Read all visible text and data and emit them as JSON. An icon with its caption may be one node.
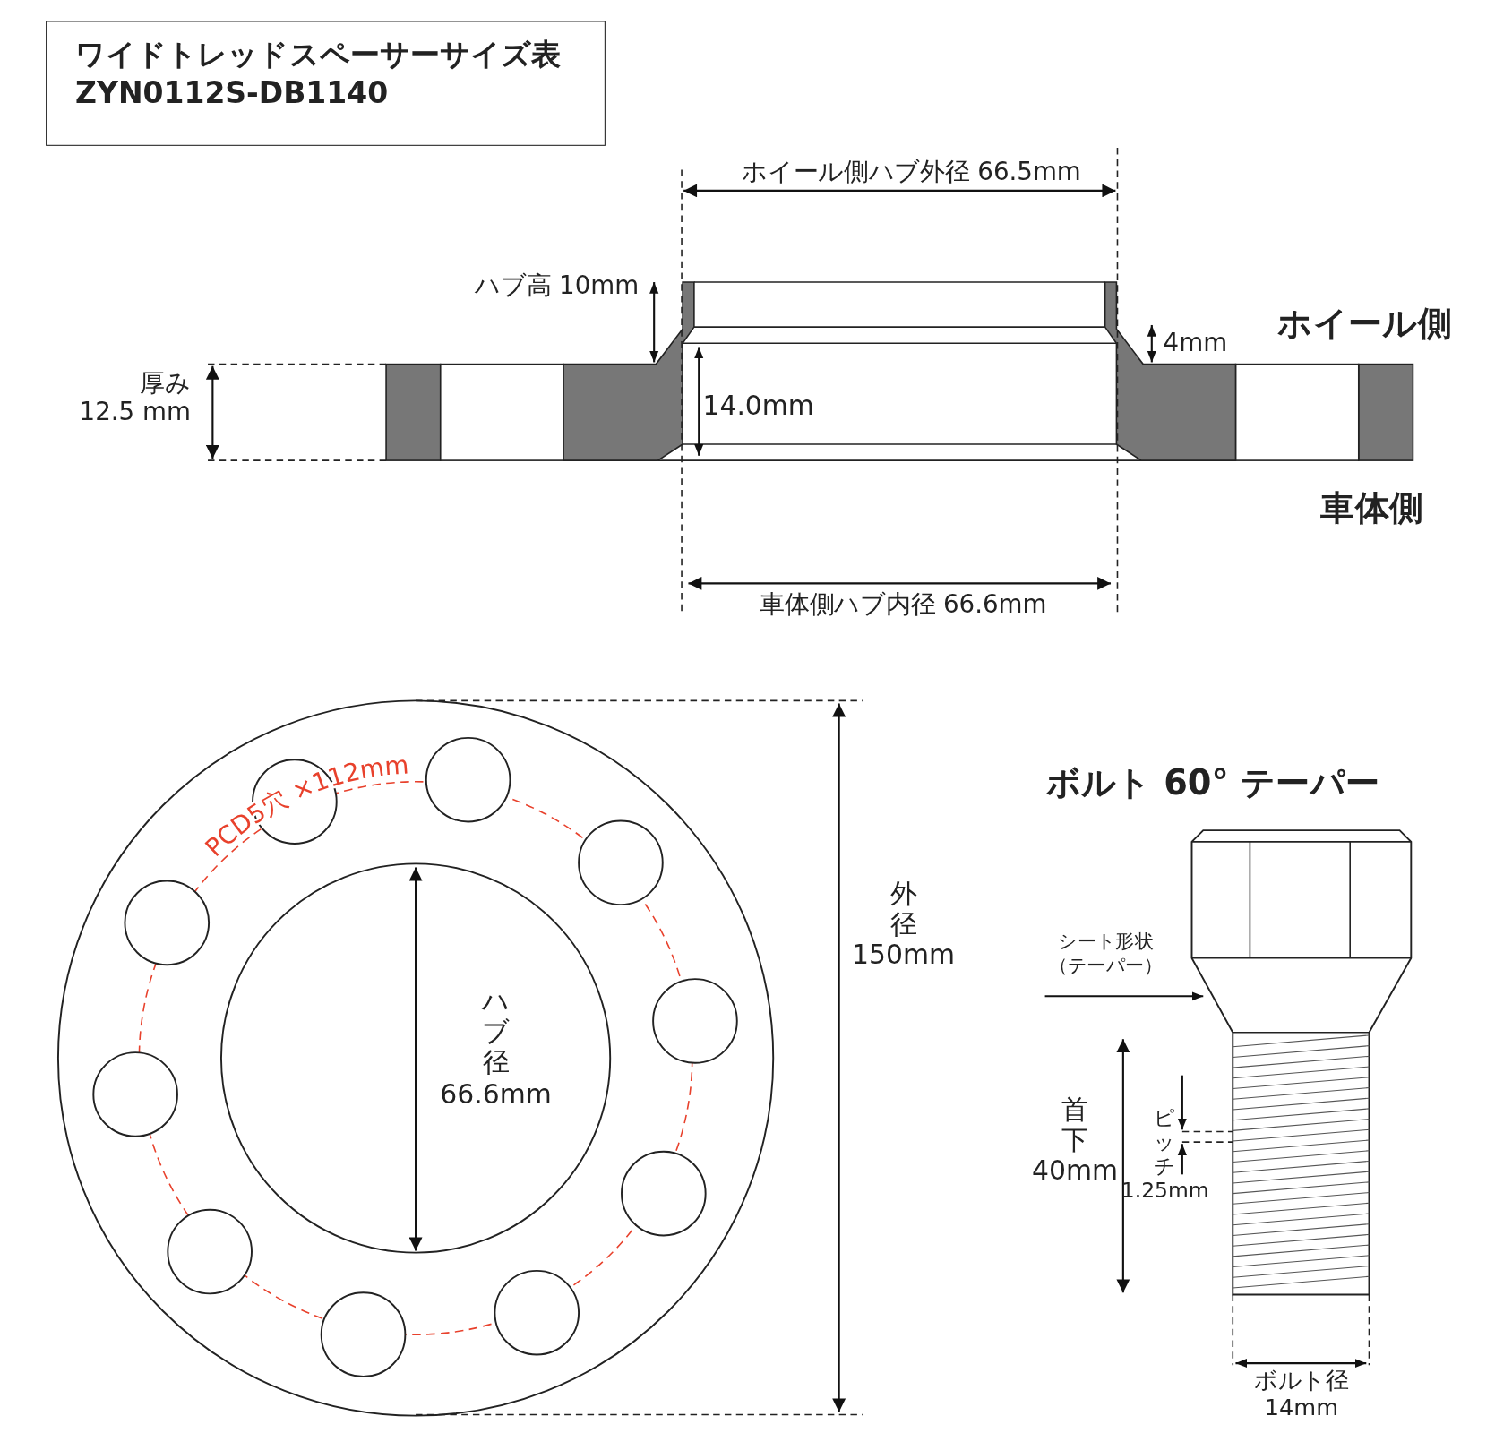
{
  "diagram": {
    "title": "ワイドトレッドスペーサーサイズ表 ZYN0112S-DB1140",
    "nodes": [
      {
        "text": [
          "シート形状（テーパー）"
        ]
      },
      {
        "text": [],
        "shape": "picture"
      }
    ],
    "edges": [
      {
        "from": 0,
        "to": 1,
        "arrow": "to"
      }
    ],
    "labels": [
      "ホイール側ハブ外径 66.5mm",
      "ハブ高 10mm",
      "4mm",
      "ホイール側",
      "厚み 12.5 mm",
      "14.0mm",
      "車体側",
      "車体側ハブ内径 66.6mm",
      "PCD5穴 ×112mm",
      "外径150mm",
      "ハブ径66.6mm",
      "ボルト 60° テーパー",
      "首下40mm",
      "ピッチ1.25mm",
      "ボルト径14mm"
    ]
  }
}
